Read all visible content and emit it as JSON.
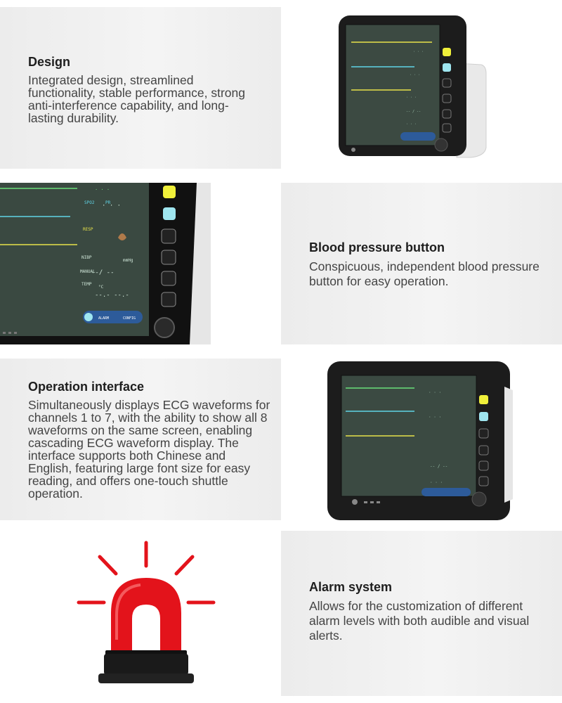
{
  "sections": [
    {
      "title": "Design",
      "body": "Integrated design, streamlined functionality, stable performance, strong anti-interference capability, and long-lasting durability."
    },
    {
      "title": "Blood pressure button",
      "body": "Conspicuous, independent blood pressure button for easy operation."
    },
    {
      "title": "Operation interface",
      "body": "Simultaneously displays ECG waveforms for channels 1 to 7, with the ability to show all 8 waveforms on the same screen, enabling cascading ECG waveform display. The interface supports both Chinese and English, featuring large font size for easy reading, and offers one-touch shuttle operation."
    },
    {
      "title": "Alarm system",
      "body": "Allows for the customization of different alarm levels with both audible and visual alerts."
    }
  ],
  "monitor_closeup": {
    "labels": [
      "SPO2",
      "PR",
      "RESP",
      "NIBP",
      "mmHg",
      "MANUAL",
      "TEMP",
      "°C",
      "ALARM",
      "CONFIG"
    ]
  },
  "colors": {
    "panel_gray": "#efefef",
    "screen": "#3b4a42",
    "wave_green": "#6be07a",
    "wave_cyan": "#5fd4e6",
    "wave_yellow": "#e8e24a",
    "button_yellow": "#f0f03a",
    "button_cyan": "#9fe6f0",
    "alarm_red": "#e3131b",
    "alarm_base": "#1a1a1a"
  }
}
